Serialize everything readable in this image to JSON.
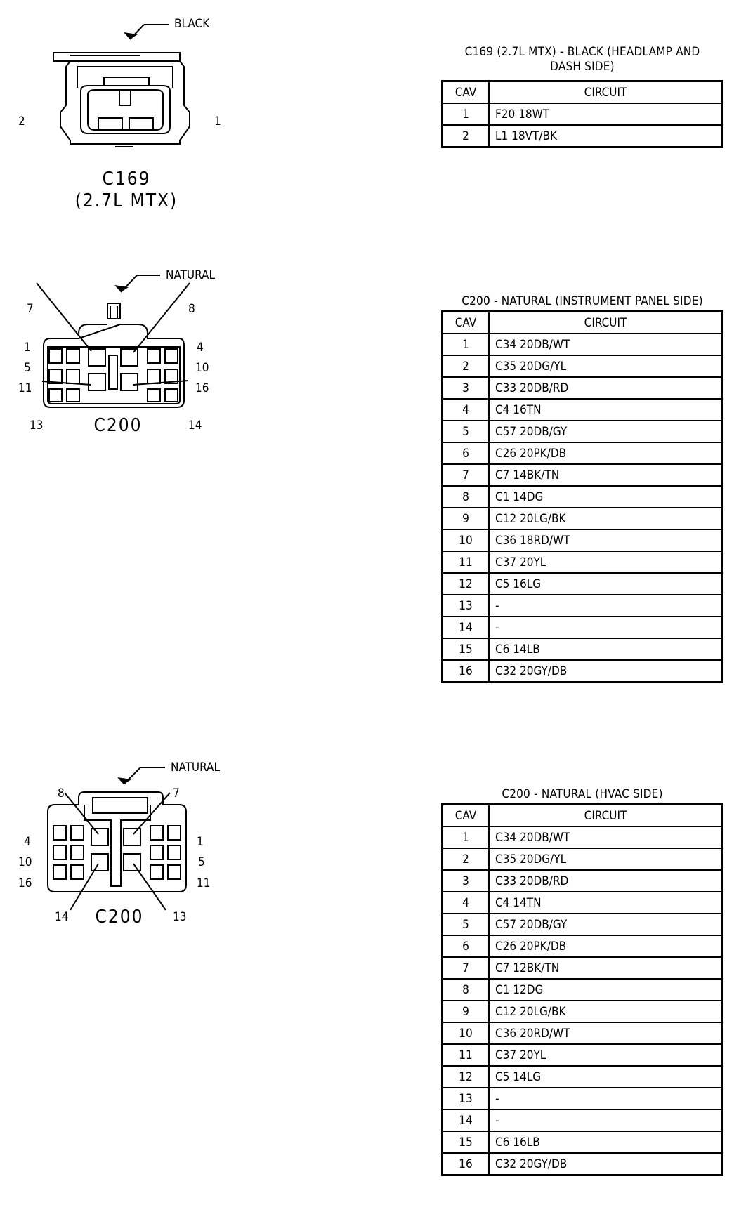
{
  "c169": {
    "callout": "BLACK",
    "pin_left": "2",
    "pin_right": "1",
    "name": "C169",
    "variant": "(2.7L MTX)",
    "caption": "C169 (2.7L MTX) - BLACK (HEADLAMP AND DASH SIDE)",
    "headers": {
      "cav": "CAV",
      "circuit": "CIRCUIT"
    },
    "rows": [
      {
        "cav": "1",
        "circuit": "F20 18WT"
      },
      {
        "cav": "2",
        "circuit": "L1 18VT/BK"
      }
    ]
  },
  "c200_ip": {
    "callout": "NATURAL",
    "name": "C200",
    "pins": {
      "p7": "7",
      "p8": "8",
      "p1": "1",
      "p4": "4",
      "p5": "5",
      "p10": "10",
      "p11": "11",
      "p16": "16",
      "p13": "13",
      "p14": "14"
    },
    "caption": "C200 - NATURAL (INSTRUMENT PANEL SIDE)",
    "headers": {
      "cav": "CAV",
      "circuit": "CIRCUIT"
    },
    "rows": [
      {
        "cav": "1",
        "circuit": "C34 20DB/WT"
      },
      {
        "cav": "2",
        "circuit": "C35 20DG/YL"
      },
      {
        "cav": "3",
        "circuit": "C33 20DB/RD"
      },
      {
        "cav": "4",
        "circuit": "C4 16TN"
      },
      {
        "cav": "5",
        "circuit": "C57 20DB/GY"
      },
      {
        "cav": "6",
        "circuit": "C26 20PK/DB"
      },
      {
        "cav": "7",
        "circuit": "C7 14BK/TN"
      },
      {
        "cav": "8",
        "circuit": "C1 14DG"
      },
      {
        "cav": "9",
        "circuit": "C12 20LG/BK"
      },
      {
        "cav": "10",
        "circuit": "C36 18RD/WT"
      },
      {
        "cav": "11",
        "circuit": "C37 20YL"
      },
      {
        "cav": "12",
        "circuit": "C5 16LG"
      },
      {
        "cav": "13",
        "circuit": "-"
      },
      {
        "cav": "14",
        "circuit": "-"
      },
      {
        "cav": "15",
        "circuit": "C6 14LB"
      },
      {
        "cav": "16",
        "circuit": "C32 20GY/DB"
      }
    ]
  },
  "c200_hvac": {
    "callout": "NATURAL",
    "name": "C200",
    "pins": {
      "p8": "8",
      "p7": "7",
      "p4": "4",
      "p1": "1",
      "p10": "10",
      "p5": "5",
      "p16": "16",
      "p11": "11",
      "p14": "14",
      "p13": "13"
    },
    "caption": "C200 - NATURAL (HVAC SIDE)",
    "headers": {
      "cav": "CAV",
      "circuit": "CIRCUIT"
    },
    "rows": [
      {
        "cav": "1",
        "circuit": "C34 20DB/WT"
      },
      {
        "cav": "2",
        "circuit": "C35 20DG/YL"
      },
      {
        "cav": "3",
        "circuit": "C33 20DB/RD"
      },
      {
        "cav": "4",
        "circuit": "C4 14TN"
      },
      {
        "cav": "5",
        "circuit": "C57 20DB/GY"
      },
      {
        "cav": "6",
        "circuit": "C26 20PK/DB"
      },
      {
        "cav": "7",
        "circuit": "C7 12BK/TN"
      },
      {
        "cav": "8",
        "circuit": "C1 12DG"
      },
      {
        "cav": "9",
        "circuit": "C12 20LG/BK"
      },
      {
        "cav": "10",
        "circuit": "C36 20RD/WT"
      },
      {
        "cav": "11",
        "circuit": "C37 20YL"
      },
      {
        "cav": "12",
        "circuit": "C5 14LG"
      },
      {
        "cav": "13",
        "circuit": "-"
      },
      {
        "cav": "14",
        "circuit": "-"
      },
      {
        "cav": "15",
        "circuit": "C6 16LB"
      },
      {
        "cav": "16",
        "circuit": "C32 20GY/DB"
      }
    ]
  }
}
